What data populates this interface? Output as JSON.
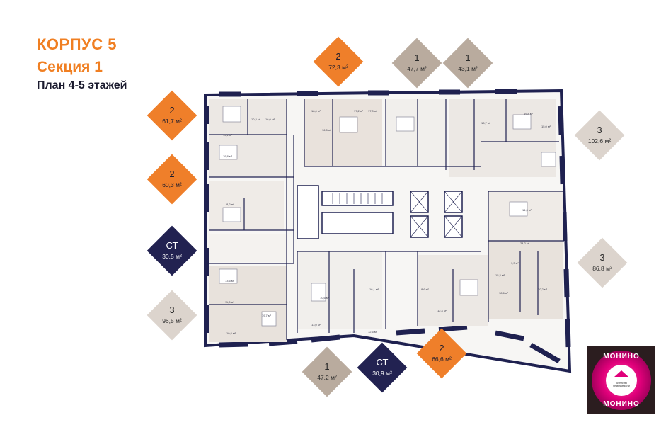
{
  "header": {
    "building": "КОРПУС 5",
    "section": "Секция 1",
    "plan": "План 4-5 этажей"
  },
  "apartments": [
    {
      "id": "top-2",
      "rooms": "2",
      "area": "72,3 м²",
      "color": "orange"
    },
    {
      "id": "top-1a",
      "rooms": "1",
      "area": "47,7 м²",
      "color": "taupe"
    },
    {
      "id": "top-1b",
      "rooms": "1",
      "area": "43,1 м²",
      "color": "taupe"
    },
    {
      "id": "left-2a",
      "rooms": "2",
      "area": "61,7 м²",
      "color": "orange"
    },
    {
      "id": "left-2b",
      "rooms": "2",
      "area": "60,3 м²",
      "color": "orange"
    },
    {
      "id": "left-st",
      "rooms": "СТ",
      "area": "30,5 м²",
      "color": "navy"
    },
    {
      "id": "left-3",
      "rooms": "3",
      "area": "96,5 м²",
      "color": "light"
    },
    {
      "id": "right-3a",
      "rooms": "3",
      "area": "102,6 м²",
      "color": "light"
    },
    {
      "id": "right-3b",
      "rooms": "3",
      "area": "86,8 м²",
      "color": "light"
    },
    {
      "id": "bottom-1",
      "rooms": "1",
      "area": "47,2 м²",
      "color": "taupe"
    },
    {
      "id": "bottom-st",
      "rooms": "СТ",
      "area": "30,9 м²",
      "color": "navy"
    },
    {
      "id": "bottom-2",
      "rooms": "2",
      "area": "66,6 м²",
      "color": "orange"
    }
  ],
  "room_labels": [
    "10,3 м²",
    "16,0 м²",
    "15,1 м²",
    "19,8 м²",
    "18,0 м²",
    "17,2 м²",
    "16,5 м²",
    "17,0 м²",
    "13,7 м²",
    "19,8 м²",
    "15,0 м²",
    "14,3 м²",
    "10,2 м²",
    "18,6 м²",
    "24,2 м²",
    "8,2 м²",
    "13,6 м²",
    "11,8 м²",
    "10,8 м²",
    "19,7 м²",
    "13,0 м²",
    "12,6 м²",
    "10,6 м²",
    "16,1 м²",
    "15,2 м²",
    "9,3 м²",
    "12,4 м²",
    "8,6 м²"
  ],
  "logo": {
    "top": "МОНИНО",
    "bottom": "МОНИНО",
    "small": "Агентство недвижимости"
  },
  "colors": {
    "orange": "#ef7f2a",
    "taupe": "#b9ab9e",
    "navy": "#222251",
    "light": "#dcd4cd",
    "wall": "#1f2150"
  }
}
